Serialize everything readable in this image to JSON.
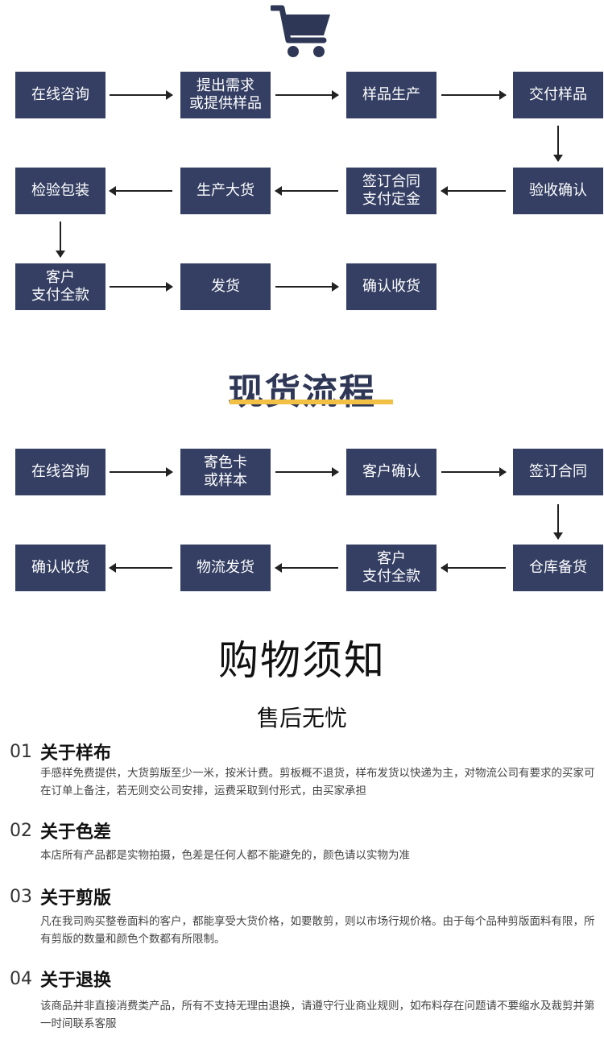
{
  "icons": {
    "cart": "shopping-cart-icon"
  },
  "flow1": {
    "row1": [
      "在线咨询",
      "提出需求\n或提供样品",
      "样品生产",
      "交付样品"
    ],
    "row2": [
      "检验包装",
      "生产大货",
      "签订合同\n支付定金",
      "验收确认"
    ],
    "row3": [
      "客户\n支付全款",
      "发货",
      "确认收货"
    ]
  },
  "spot": {
    "title": "现货流程",
    "row1": [
      "在线咨询",
      "寄色卡\n或样本",
      "客户确认",
      "签订合同"
    ],
    "row2": [
      "确认收货",
      "物流发货",
      "客户\n支付全款",
      "仓库备货"
    ]
  },
  "notice": {
    "title": "购物须知",
    "subtitle": "售后无忧",
    "sections": [
      {
        "num": "01",
        "title": "关于样布",
        "body": "手感样免费提供，大货剪版至少一米，按米计费。剪板概不退货，样布发货以快递为主，对物流公司有要求的买家可在订单上备注，若无则交公司安排，运费采取到付形式，由买家承担"
      },
      {
        "num": "02",
        "title": "关于色差",
        "body": "本店所有产品都是实物拍摄，色差是任何人都不能避免的，颜色请以实物为准"
      },
      {
        "num": "03",
        "title": "关于剪版",
        "body": "凡在我司购买整卷面料的客户，都能享受大货价格，如要散剪，则以市场行规价格。由于每个品种剪版面料有限，所有剪版的数量和颜色个数都有所限制。"
      },
      {
        "num": "04",
        "title": "关于退换",
        "body": "该商品并非直接消费类产品，所有不支持无理由退换，请遵守行业商业规则，如布料存在问题请不要缩水及裁剪并第一时间联系客服"
      }
    ]
  }
}
